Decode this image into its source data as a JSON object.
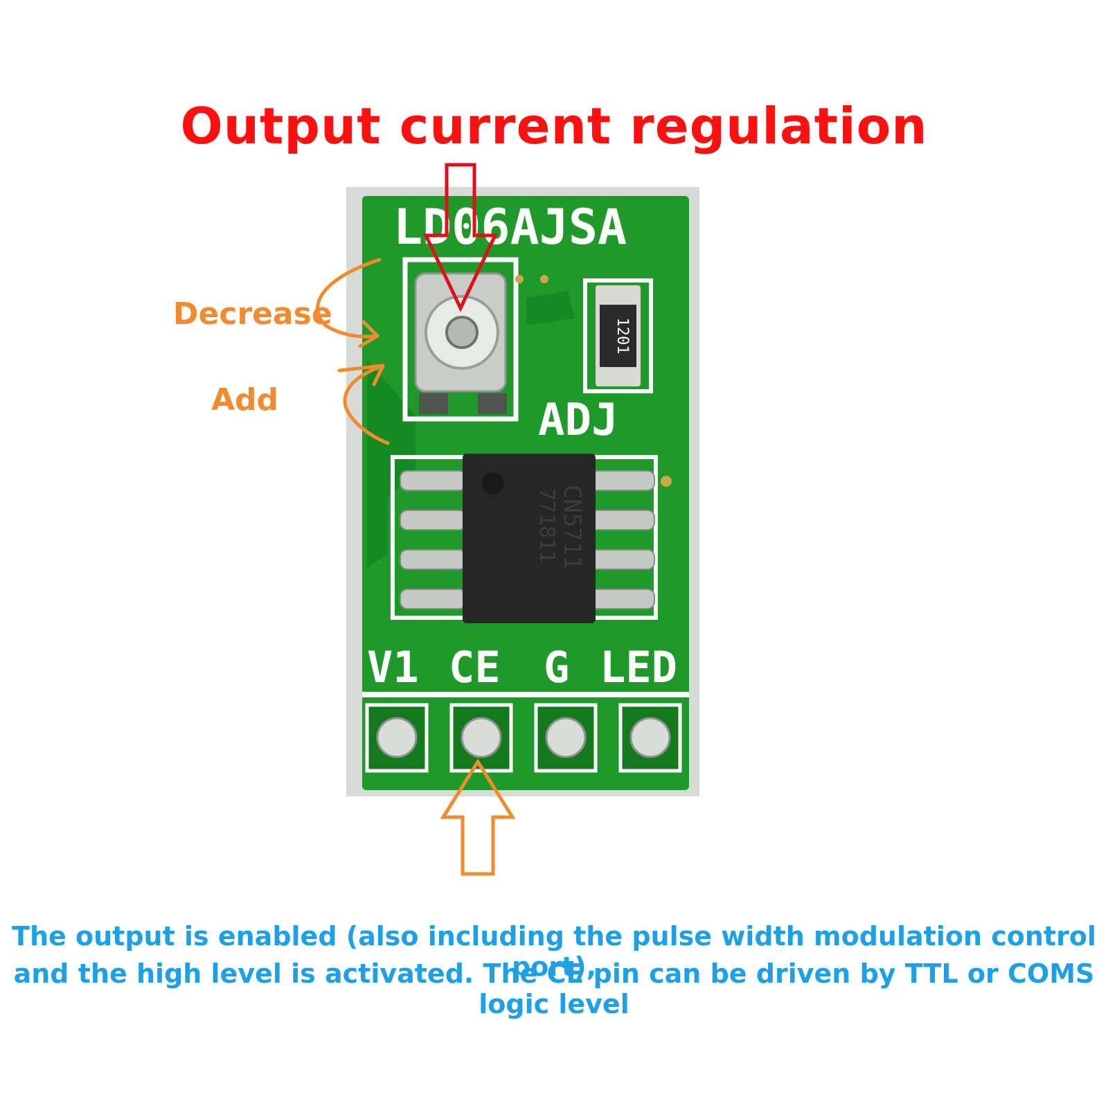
{
  "title": "Output current regulation",
  "labels": {
    "decrease": "Decrease",
    "add": "Add"
  },
  "board": {
    "model": "LD06AJSA",
    "adj": "ADJ",
    "resistor_code": "1201",
    "chip_marking_1": "CN5711",
    "chip_marking_2": "771811",
    "pins": [
      "V1",
      "CE",
      "G",
      "LED"
    ]
  },
  "caption": {
    "line1": "The output is enabled (also including the pulse width modulation control port),",
    "line2": "and the high level is activated. The CE pin can be driven by TTL or COMS logic level"
  },
  "colors": {
    "title": "#ff1010",
    "orange": "#f28a2e",
    "caption": "#1ea0e6",
    "pcb": "#1f9a2a",
    "pcb_dark": "#137a1e"
  }
}
